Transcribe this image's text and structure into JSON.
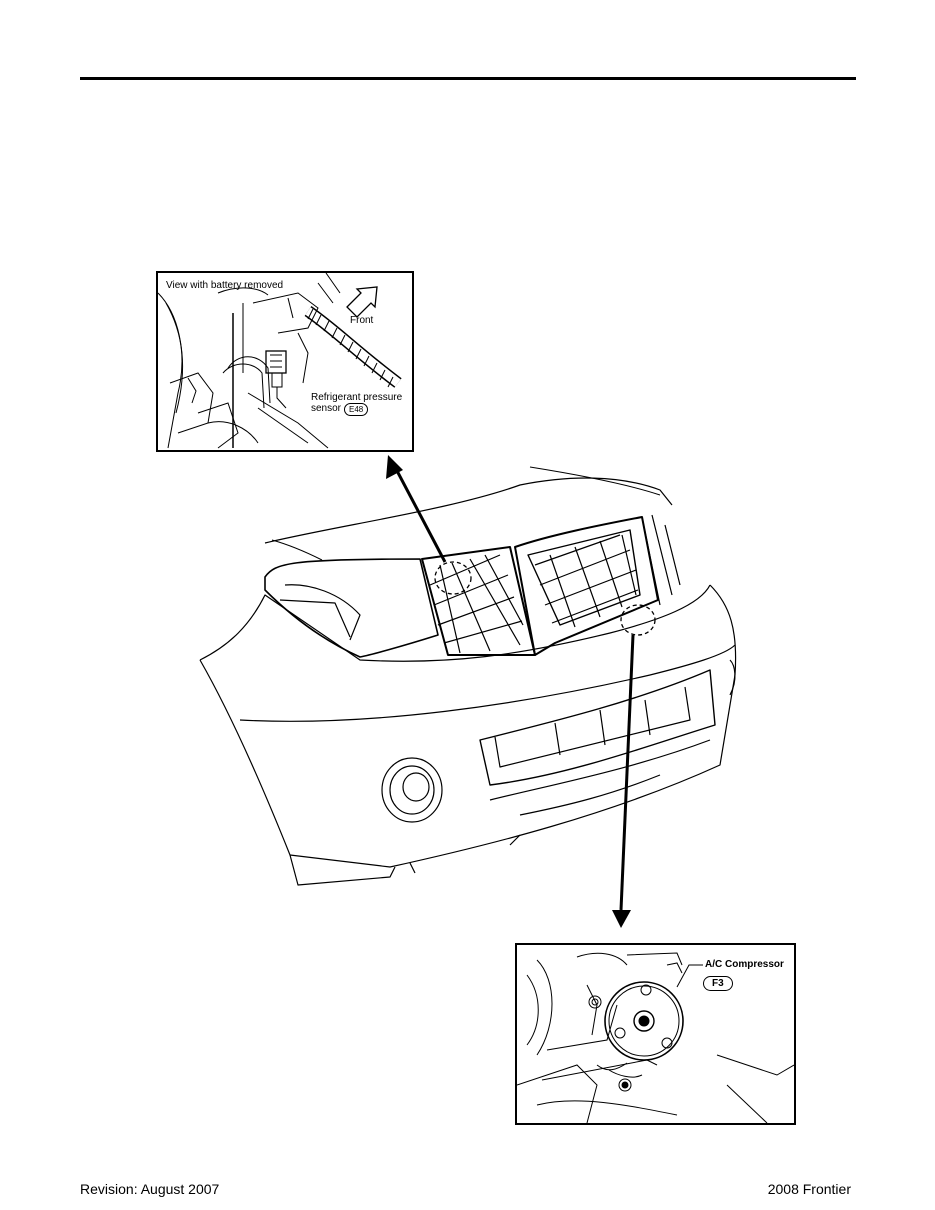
{
  "sensor_inset": {
    "caption": "View with battery removed",
    "direction_label": "Front",
    "part_label_line1": "Refrigerant pressure",
    "part_label_line2": "sensor",
    "connector": "E48"
  },
  "compressor_inset": {
    "part_label": "A/C Compressor",
    "connector": "F3"
  },
  "footer": {
    "revision": "Revision: August 2007",
    "model": "2008 Frontier"
  }
}
